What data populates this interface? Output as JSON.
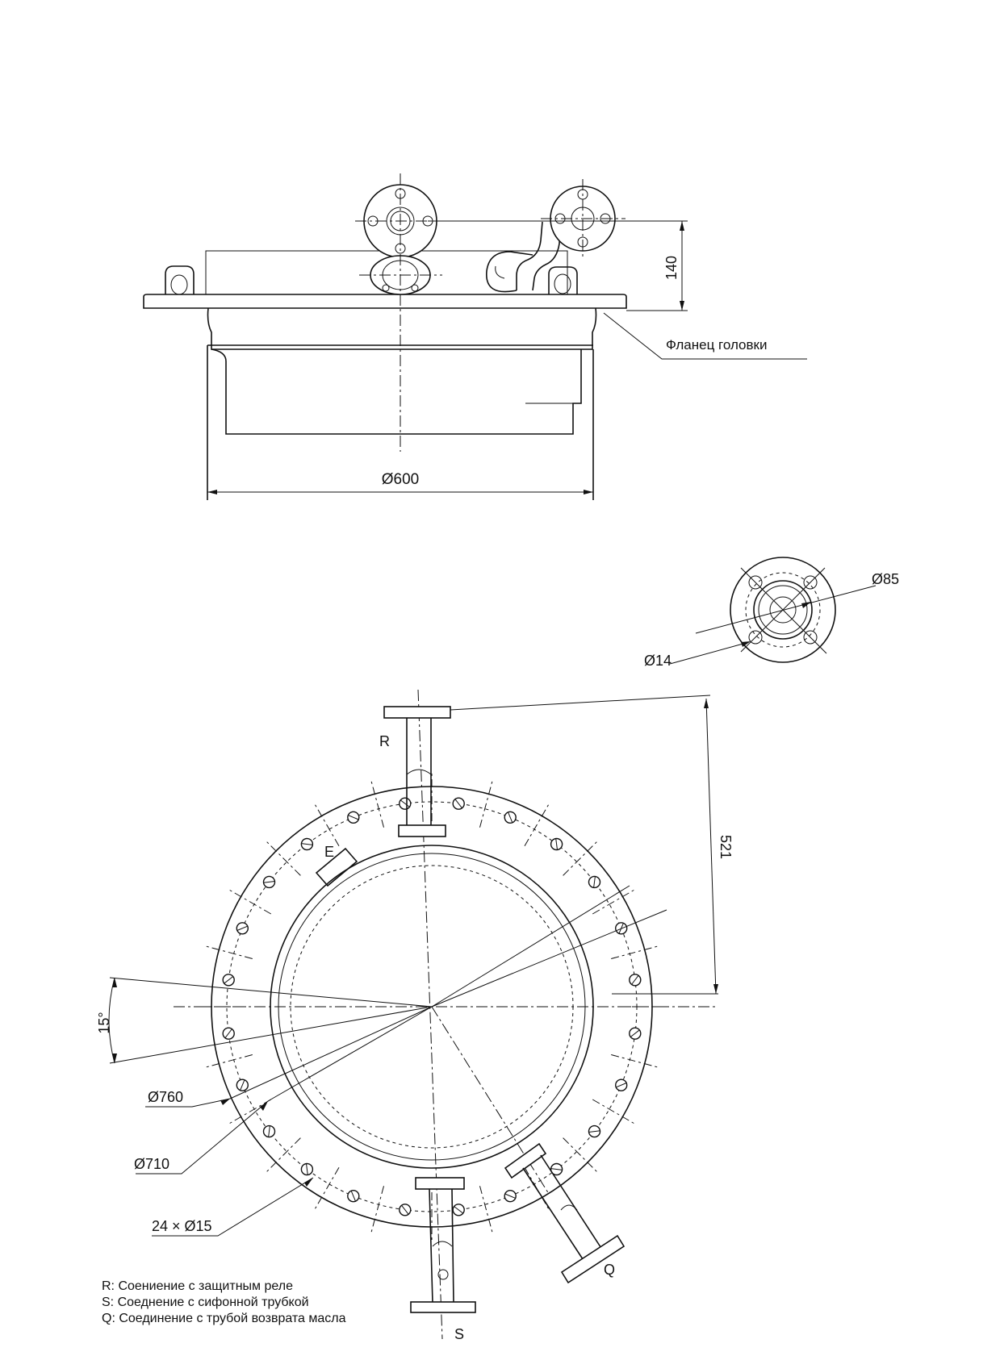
{
  "dimensions": {
    "height_140": "140",
    "diameter_600": "Ø600",
    "diameter_85": "Ø85",
    "diameter_14": "Ø14",
    "distance_521": "521",
    "angle_15": "15°",
    "diameter_760": "Ø760",
    "diameter_710": "Ø710",
    "holes": "24 × Ø15"
  },
  "callouts": {
    "head_flange": "Фланец головки"
  },
  "connections": {
    "r": "R",
    "s": "S",
    "q": "Q",
    "e": "E"
  },
  "legend": [
    "R: Соениение с защитным реле",
    "S: Соеднение с сифонной  трубкой",
    "Q: Соединение с трубой возврата масла"
  ]
}
